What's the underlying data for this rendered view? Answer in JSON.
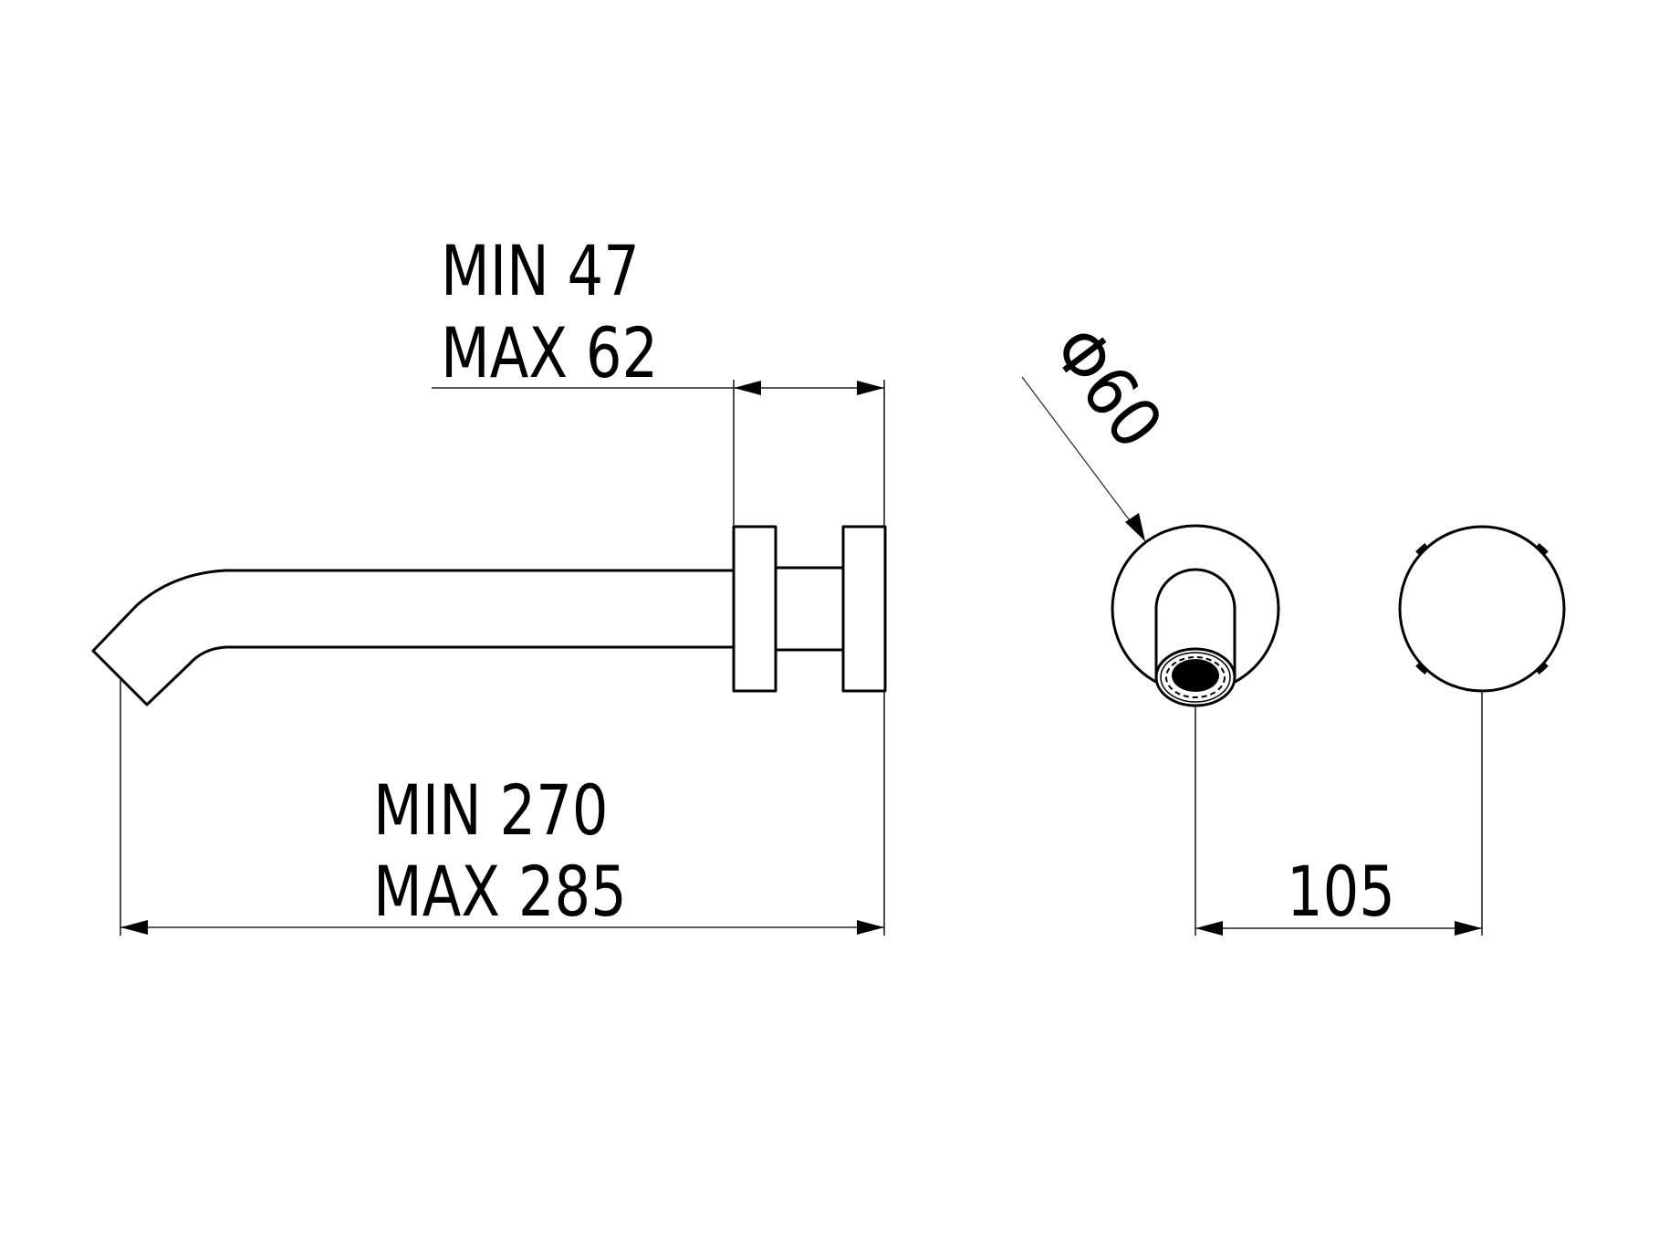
{
  "drawing": {
    "title": "Wall-mounted spout and control technical dimension drawing",
    "views": [
      "side-view",
      "front-view"
    ],
    "stroke_color": "#000000",
    "background_color": "#ffffff"
  },
  "dimensions": {
    "wall_depth": {
      "line1": "MIN 47",
      "line2": "MAX 62"
    },
    "spout_length": {
      "line1": "MIN 270",
      "line2": "MAX 285"
    },
    "rosette_diameter": {
      "label": "Φ60"
    },
    "center_distance": {
      "label": "105"
    }
  }
}
